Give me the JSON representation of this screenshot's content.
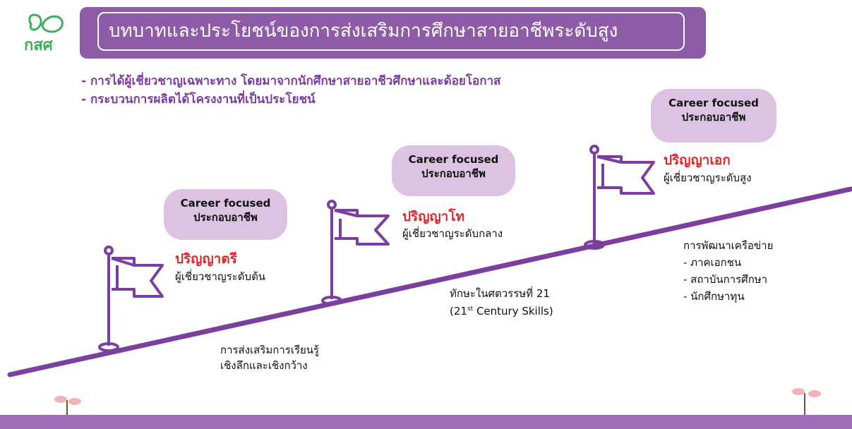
{
  "logo": {
    "text": "กสศ"
  },
  "title": "บทบาทและประโยชน์ของการส่งเสริมการศึกษาสายอาชีพระดับสูง",
  "bullets": [
    "- การได้ผู้เชี่ยวชาญเฉพาะทาง โดยมาจากนักศึกษาสายอาชีวศึกษาและด้อยโอกาส",
    "- กระบวนการผลิตได้โครงงานที่เป็นประโยชน์"
  ],
  "steps": [
    {
      "bubble_line1": "Career focused",
      "bubble_line2": "ประกอบอาชีพ",
      "degree": "ปริญญาตรี",
      "level": "ผู้เชี่ยวชาญระดับต้น"
    },
    {
      "bubble_line1": "Career focused",
      "bubble_line2": "ประกอบอาชีพ",
      "degree": "ปริญญาโท",
      "level": "ผู้เชี่ยวชาญระดับกลาง"
    },
    {
      "bubble_line1": "Career focused",
      "bubble_line2": "ประกอบอาชีพ",
      "degree": "ปริญญาเอก",
      "level": "ผู้เชี่ยวชาญระดับสูง"
    }
  ],
  "notes": {
    "learning_line1": "การส่งเสริมการเรียนรู้",
    "learning_line2": "เชิงลึกและเชิงกว้าง",
    "skills_line1": "ทักษะในศตวรรษที่ 21",
    "skills_open": "(21",
    "skills_sup": "st",
    "skills_rest": " Century Skills)",
    "network_title": "การพัฒนาเครือข่าย",
    "network_items": [
      "- ภาคเอกชน",
      "- สถาบันการศึกษา",
      "- นักศึกษาทุน"
    ]
  },
  "colors": {
    "purple": "#8e5ba6",
    "line": "#7b3fa0",
    "bubble": "#dcc3e2",
    "degree": "#e0262d",
    "logo": "#3dae5a"
  }
}
